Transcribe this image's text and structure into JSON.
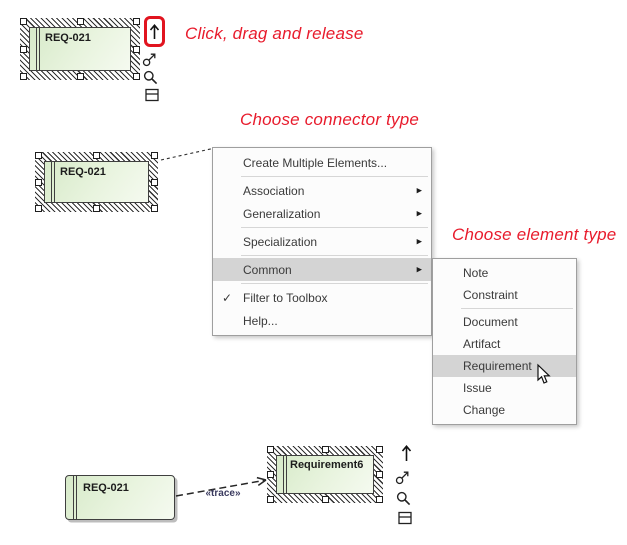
{
  "annotations": {
    "click_drag_release": "Click, drag and release",
    "choose_connector_type": "Choose connector type",
    "choose_element_type": "Choose element type"
  },
  "colors": {
    "annotation_red": "#e81b2c",
    "highlight_ring_red": "#e1141f",
    "menu_highlight_gray": "#d4d4d4",
    "element_fill_green": "#d7eac9",
    "element_border": "#3f3f3f"
  },
  "icons": {
    "submenu_arrow": "▶",
    "checkmark": "✓"
  },
  "diagram": {
    "top_element": {
      "label": "REQ-021"
    },
    "mid_element": {
      "label": "REQ-021"
    },
    "bottom_source_element": {
      "label": "REQ-021"
    },
    "bottom_target_element": {
      "label": "Requirement6"
    },
    "connector_label": "«trace»"
  },
  "context_menu": {
    "items": [
      {
        "label": "Create Multiple Elements..."
      },
      {
        "label": "Association"
      },
      {
        "label": "Generalization"
      },
      {
        "label": "Specialization"
      },
      {
        "label": "Common"
      },
      {
        "label": "Filter to Toolbox"
      },
      {
        "label": "Help..."
      }
    ]
  },
  "element_submenu": {
    "items": [
      {
        "label": "Note"
      },
      {
        "label": "Constraint"
      },
      {
        "label": "Document"
      },
      {
        "label": "Artifact"
      },
      {
        "label": "Requirement"
      },
      {
        "label": "Issue"
      },
      {
        "label": "Change"
      }
    ]
  }
}
